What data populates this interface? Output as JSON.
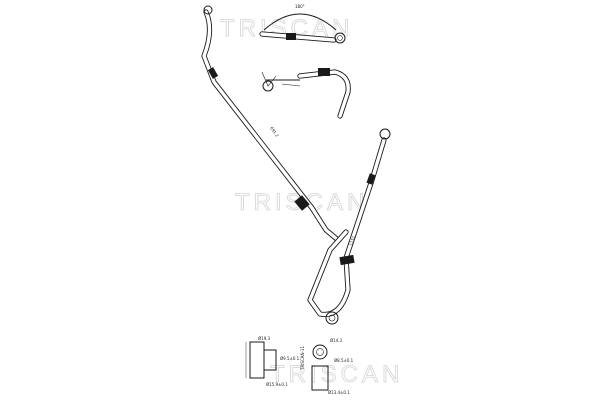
{
  "watermark": {
    "text": "TRISCAN",
    "color": "#d4d4d4"
  },
  "annotations": {
    "top_angle": "180°",
    "label_upper_hose": "691.2",
    "label_lower_hose": "1151",
    "label_vertical": "TRISCAN-11",
    "fitting_left_1": "Ø19.3",
    "fitting_left_2": "Ø9.5±0.1",
    "fitting_left_3": "Ø15.9±0.1",
    "fitting_right_1": "Ø14.3",
    "fitting_right_2": "Ø8.5±0.1",
    "fitting_right_3": "Ø13.4±0.1"
  },
  "colors": {
    "line": "#1a1a1a",
    "background": "#ffffff"
  }
}
